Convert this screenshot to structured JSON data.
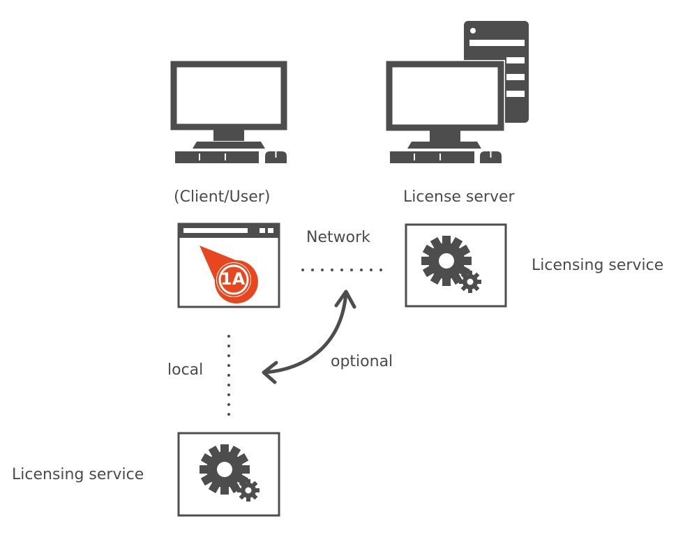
{
  "labels": {
    "client_user": "(Client/User)",
    "license_server": "License server",
    "network": "Network",
    "licensing_service_remote": "Licensing service",
    "optional": "optional",
    "local": "local",
    "licensing_service_local": "Licensing service",
    "app_logo_text": "1A"
  },
  "colors": {
    "primary_gray": "#4d4d4d",
    "accent_orange": "#e8461e",
    "background": "#ffffff"
  },
  "icons": {
    "client_computer": "desktop-computer-icon",
    "server_computer": "server-tower-icon",
    "app_window": "app-window-icon",
    "gear_remote": "gears-icon",
    "gear_local": "gears-icon",
    "arrow": "curved-double-arrow-icon"
  }
}
